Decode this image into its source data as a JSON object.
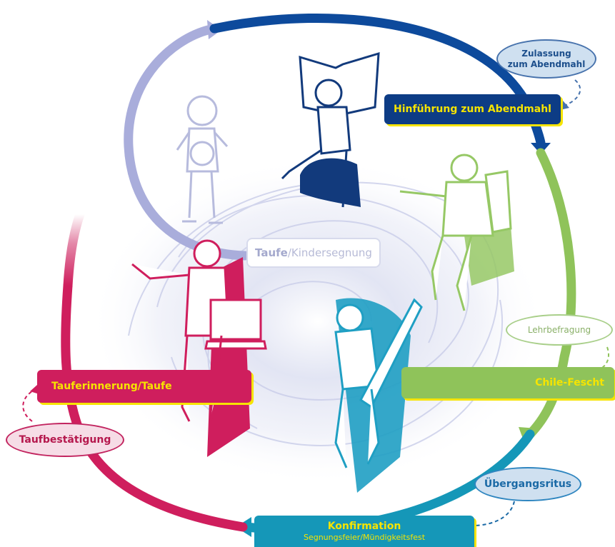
{
  "nodes": {
    "hinfuehrung": "Hinführung zum Abendmahl",
    "zulassung": [
      "Zulassung",
      "zum Abendmahl"
    ],
    "taufe_strong": "Taufe",
    "taufe_rest": "/Kindersegnung",
    "lehrbefragung": "Lehrbefragung",
    "chile_fescht": "Chile-Fescht",
    "tauferinnerung": "Tauferinnerung/Taufe",
    "taufbestaetigung": "Taufbestätigung",
    "uebergangsritus": "Übergangsritus",
    "konfirmation": "Konfirmation",
    "konfirmation_sub": "Segnungsfeier/Mündigkeitsfest"
  },
  "colors": {
    "dark_blue": "#0d3c85",
    "lavender": "#a9addb",
    "green": "#8fc35a",
    "teal": "#1597b8",
    "magenta": "#cf1e5d",
    "pink_fade": "#f3c6d6",
    "yellow_text": "#f6e400",
    "swirl": "#c8cde8"
  },
  "figures": [
    {
      "name": "child-figure",
      "color": "#b7bbdd"
    },
    {
      "name": "girl-with-book-figure",
      "color": "#123a7c"
    },
    {
      "name": "youth-with-backpack-figure",
      "color": "#96c865"
    },
    {
      "name": "guitarist-figure",
      "color": "#1f9fc3"
    },
    {
      "name": "man-with-computer-figure",
      "color": "#cf1e5d"
    }
  ]
}
